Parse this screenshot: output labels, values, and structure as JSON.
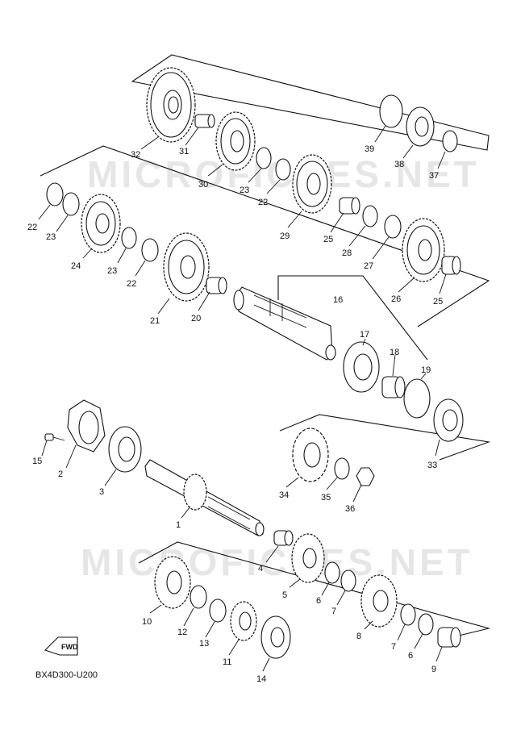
{
  "watermarks": [
    "MICROFICHES.NET",
    "MICROFICHES.NET"
  ],
  "diagram_code": "BX4D300-U200",
  "fwd_label": "FWD",
  "callouts": {
    "p1": "1",
    "p2": "2",
    "p3": "3",
    "p4": "4",
    "p5": "5",
    "p6a": "6",
    "p6b": "6",
    "p7a": "7",
    "p7b": "7",
    "p8": "8",
    "p9": "9",
    "p10": "10",
    "p11": "11",
    "p12": "12",
    "p13": "13",
    "p14": "14",
    "p15": "15",
    "p16": "16",
    "p17": "17",
    "p18": "18",
    "p19": "19",
    "p20": "20",
    "p21": "21",
    "p22a": "22",
    "p22b": "22",
    "p22c": "22",
    "p23a": "23",
    "p23b": "23",
    "p23c": "23",
    "p24": "24",
    "p25a": "25",
    "p25b": "25",
    "p26": "26",
    "p27": "27",
    "p28": "28",
    "p29": "29",
    "p30": "30",
    "p31": "31",
    "p32": "32",
    "p33": "33",
    "p34": "34",
    "p35": "35",
    "p36": "36",
    "p37": "37",
    "p38": "38",
    "p39": "39"
  }
}
